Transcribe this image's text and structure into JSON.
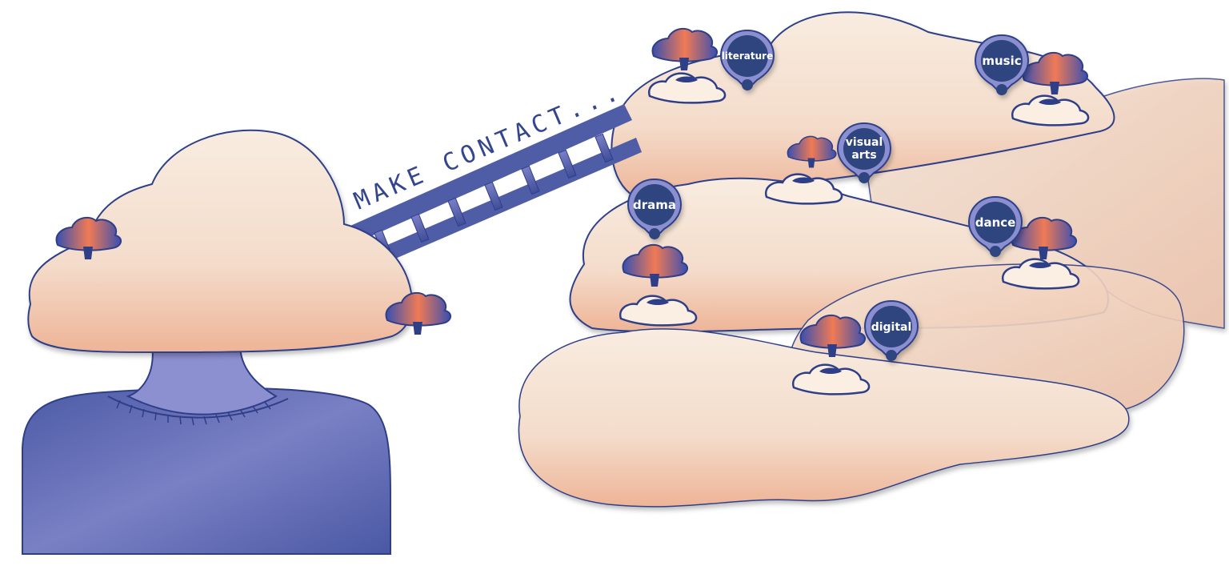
{
  "headline": "MAKE CONTACT...",
  "pins": {
    "literature": "literature",
    "music": "music",
    "visual_arts_line1": "visual",
    "visual_arts_line2": "arts",
    "drama": "drama",
    "dance": "dance",
    "digital": "digital"
  },
  "colors": {
    "sweater": "#5a66ad",
    "neck": "#8c8fd0",
    "outline": "#2e3f88",
    "cloud_paper": "#f7e8da",
    "cloud_peach": "#f2c4a8",
    "pin_fill": "#2d4480",
    "pin_ring": "#8b8fd0",
    "tree_warm": "#f07a55",
    "tree_cool": "#3a4fb0",
    "ladder": "#6a6fb8"
  }
}
